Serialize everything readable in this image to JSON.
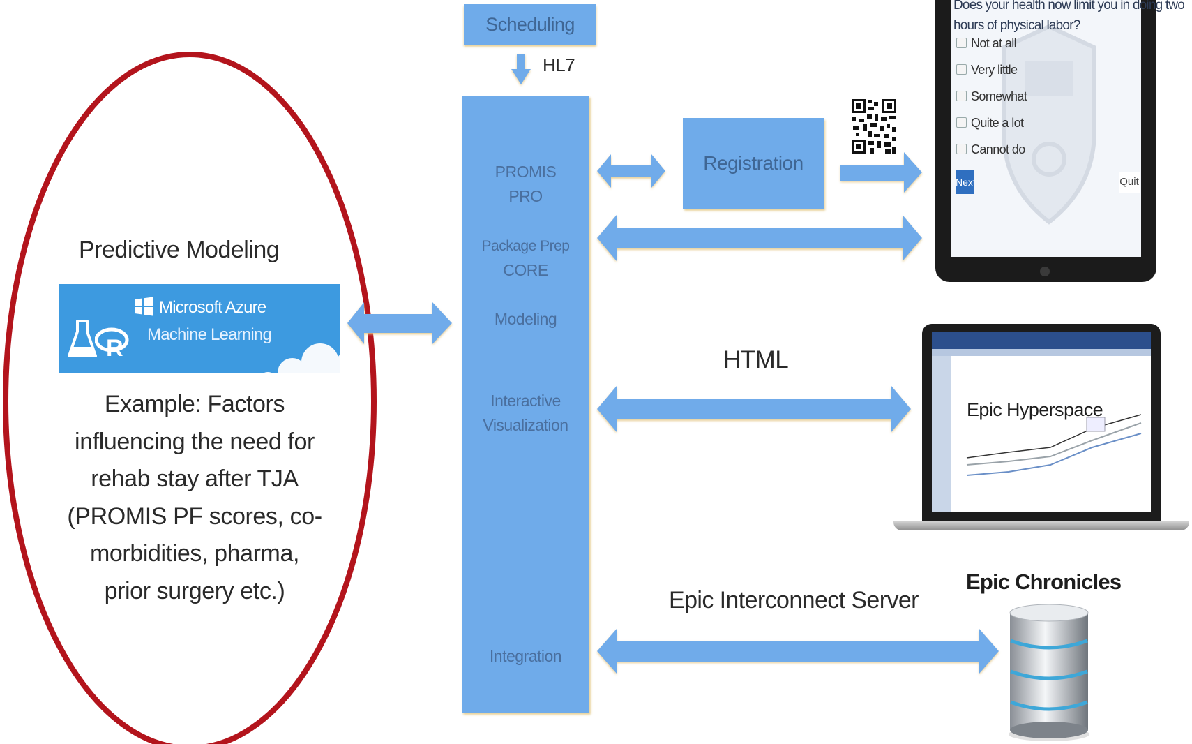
{
  "predictive": {
    "title": "Predictive Modeling",
    "azure_line1": "Microsoft Azure",
    "azure_line2": "Machine Learning",
    "example_lines": [
      "Example: Factors",
      "influencing the need for",
      "rehab stay after TJA",
      "(PROMIS PF scores, co-",
      "morbidities, pharma,",
      "prior surgery etc.)"
    ]
  },
  "scheduling": {
    "label": "Scheduling",
    "arrow_label": "HL7"
  },
  "hub": {
    "promis": [
      "PROMIS",
      "PRO"
    ],
    "package": [
      "Package Prep",
      "CORE"
    ],
    "modeling": "Modeling",
    "interactive": [
      "Interactive",
      "Visualization"
    ],
    "integration": "Integration"
  },
  "registration": {
    "label": "Registration"
  },
  "tablet": {
    "question": [
      "Does your health now limit you in doing two",
      "hours of physical labor?"
    ],
    "options": [
      "Not at all",
      "Very little",
      "Somewhat",
      "Quite a lot",
      "Cannot do"
    ],
    "next_label": "Next",
    "quit_label": "Quit"
  },
  "html_link": {
    "label": "HTML"
  },
  "laptop": {
    "screen_label": "Epic Hyperspace"
  },
  "interconnect": {
    "label": "Epic Interconnect Server"
  },
  "chronicles": {
    "label": "Epic Chronicles"
  },
  "colors": {
    "box_blue": "#6fabea",
    "arrow_edge": "#e3c98a",
    "ellipse_red": "#b3141c",
    "azure_blue": "#3d9ae0"
  }
}
